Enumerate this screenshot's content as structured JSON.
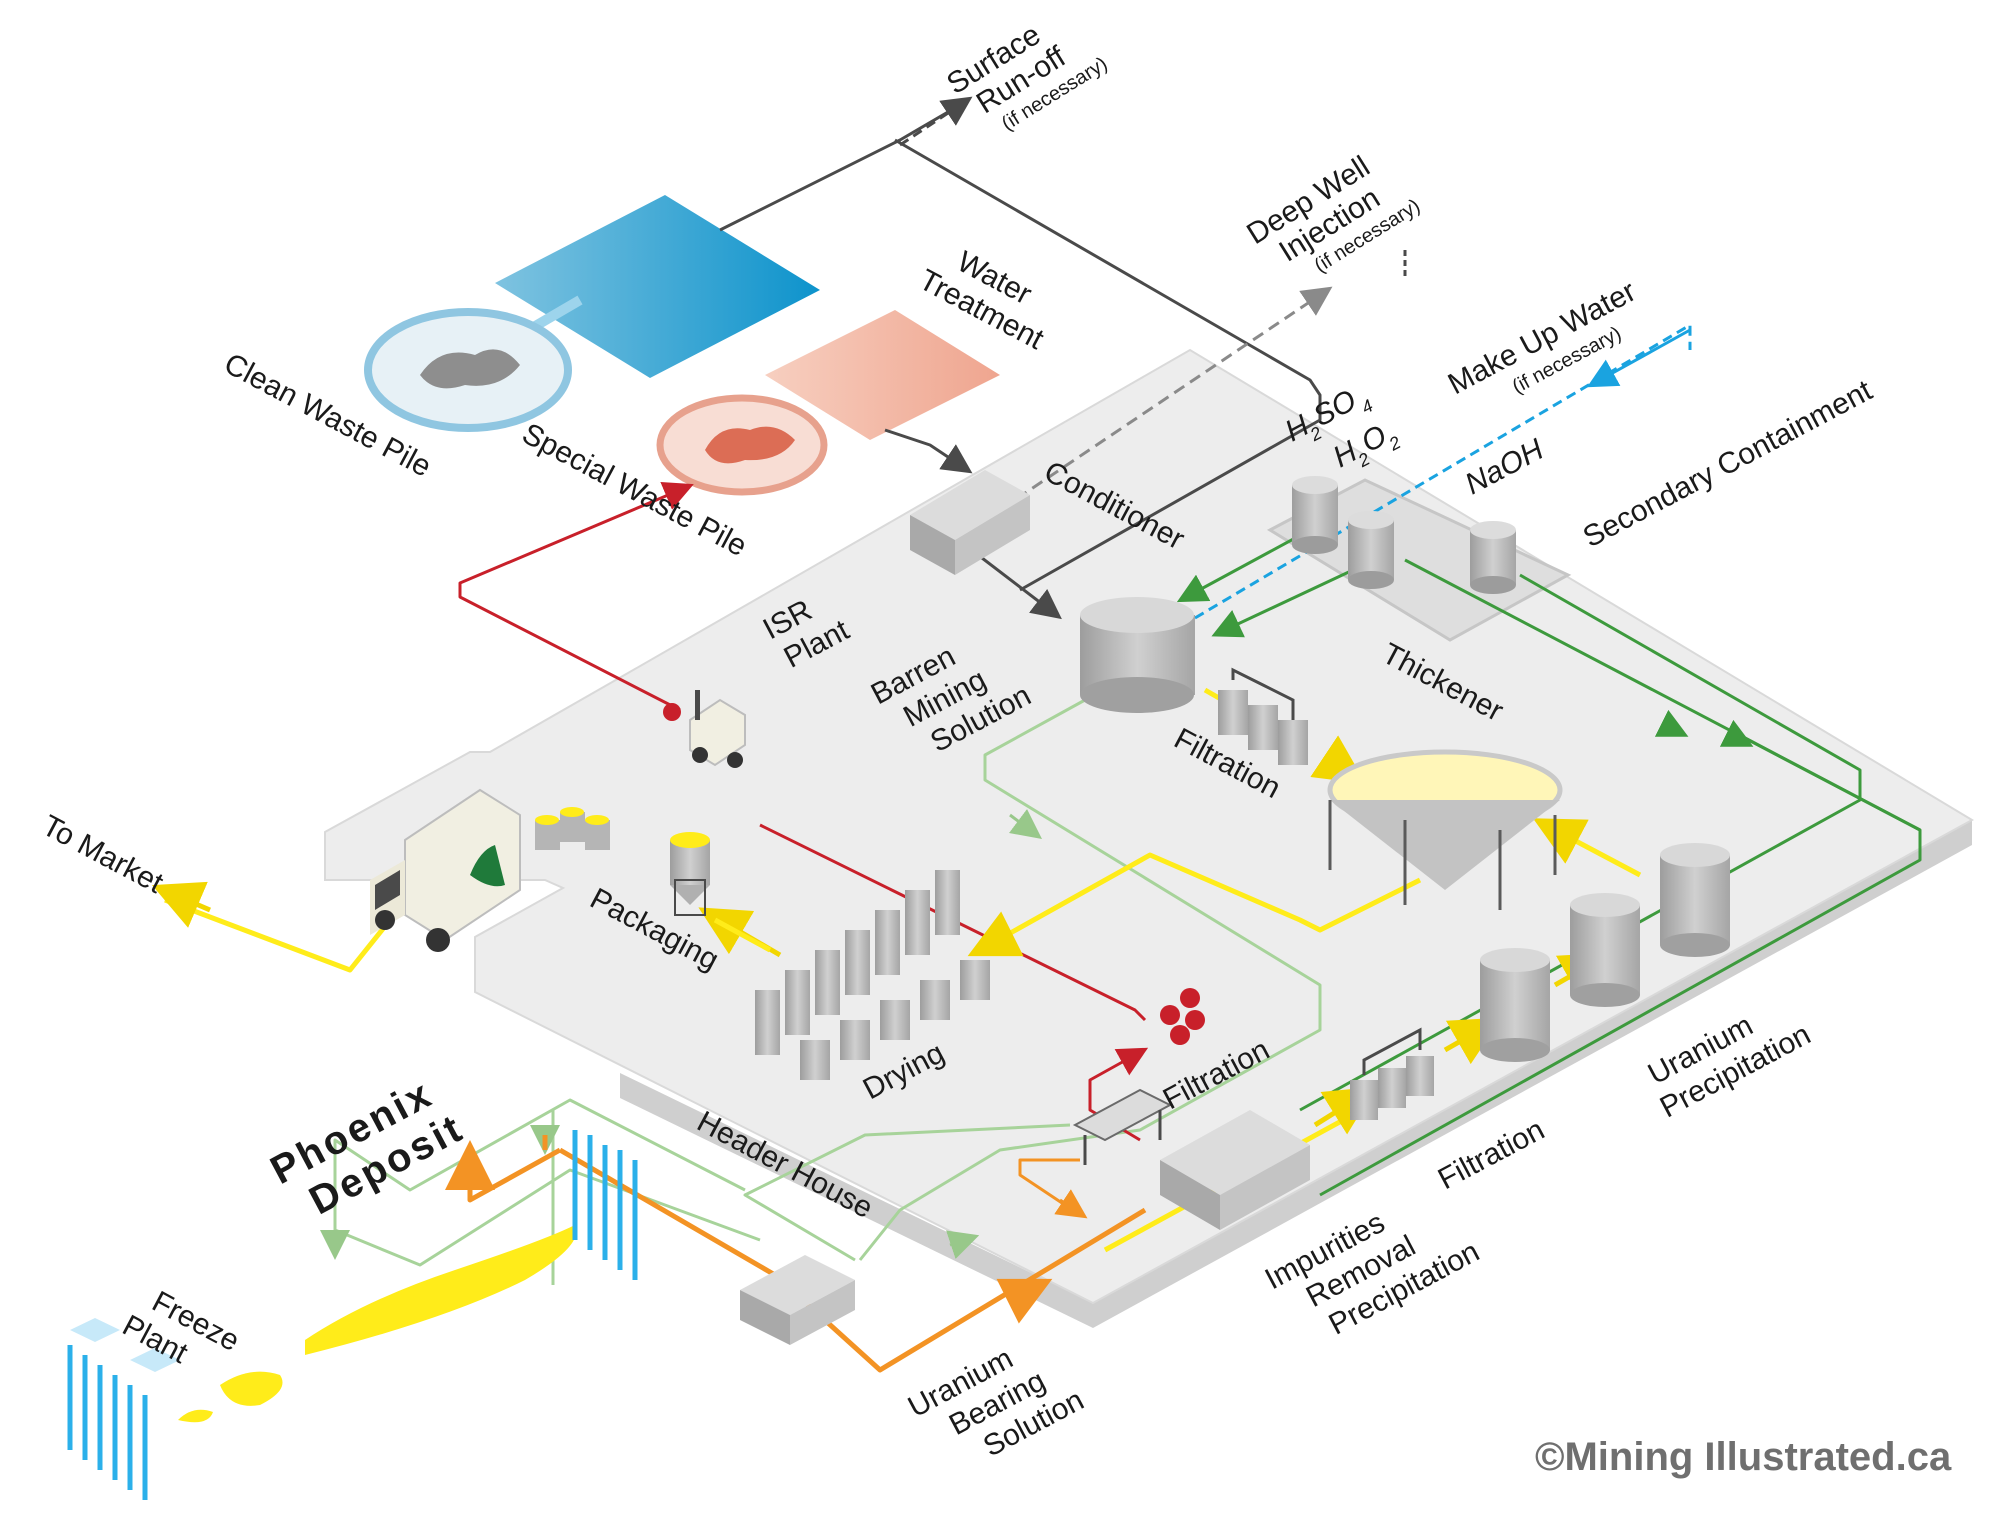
{
  "labels": {
    "surface_runoff_1": "Surface",
    "surface_runoff_2": "Run-off",
    "surface_runoff_3": "(if necessary)",
    "deep_well_1": "Deep Well",
    "deep_well_2": "Injection",
    "deep_well_3": "(if necessary)",
    "water_treatment_1": "Water",
    "water_treatment_2": "Treatment",
    "make_up_water_1": "Make Up Water",
    "make_up_water_2": "(if necessary)",
    "secondary_containment": "Secondary Containment",
    "h2so4_h": "H",
    "h2so4_2": "2",
    "h2so4_so": "SO",
    "h2so4_4": "4",
    "h2o2_h": "H",
    "h2o2_2": "2",
    "h2o2_o": "O",
    "h2o2_2b": "2",
    "naoh": "NaOH",
    "conditioner": "Conditioner",
    "clean_waste_pile": "Clean Waste Pile",
    "special_waste_pile": "Special Waste Pile",
    "isr_plant_1": "ISR",
    "isr_plant_2": "Plant",
    "barren_1": "Barren",
    "barren_2": "Mining",
    "barren_3": "Solution",
    "filtration_top": "Filtration",
    "thickener": "Thickener",
    "to_market": "To Market",
    "packaging": "Packaging",
    "drying": "Drying",
    "filtration_mid": "Filtration",
    "header_house": "Header House",
    "phoenix_1": "Phoenix",
    "phoenix_2": "Deposit",
    "freeze_1": "Freeze",
    "freeze_2": "Plant",
    "uranium_bearing_1": "Uranium",
    "uranium_bearing_2": "Bearing",
    "uranium_bearing_3": "Solution",
    "impurities_1": "Impurities",
    "impurities_2": "Removal",
    "impurities_3": "Precipitation",
    "filtration_right": "Filtration",
    "uranium_precip_1": "Uranium",
    "uranium_precip_2": "Precipitation",
    "copyright": "©Mining Illustrated.ca"
  },
  "colors": {
    "platform": "#ededed",
    "platform_side": "#cfcfcf",
    "pond_blue": "#1a9bd1",
    "pond_salmon": "#f2b9a6",
    "uranium_yellow": "#ffec1a",
    "flow_red": "#c8202a",
    "flow_orange": "#f39324",
    "flow_green": "#4aa84a",
    "flow_light_green": "#a7d39a",
    "flow_cyan": "#1aa3e0",
    "flow_dark": "#4a4a4a",
    "tank_grey": "#b9b9b9",
    "copyright_grey": "#6f6f6f"
  }
}
